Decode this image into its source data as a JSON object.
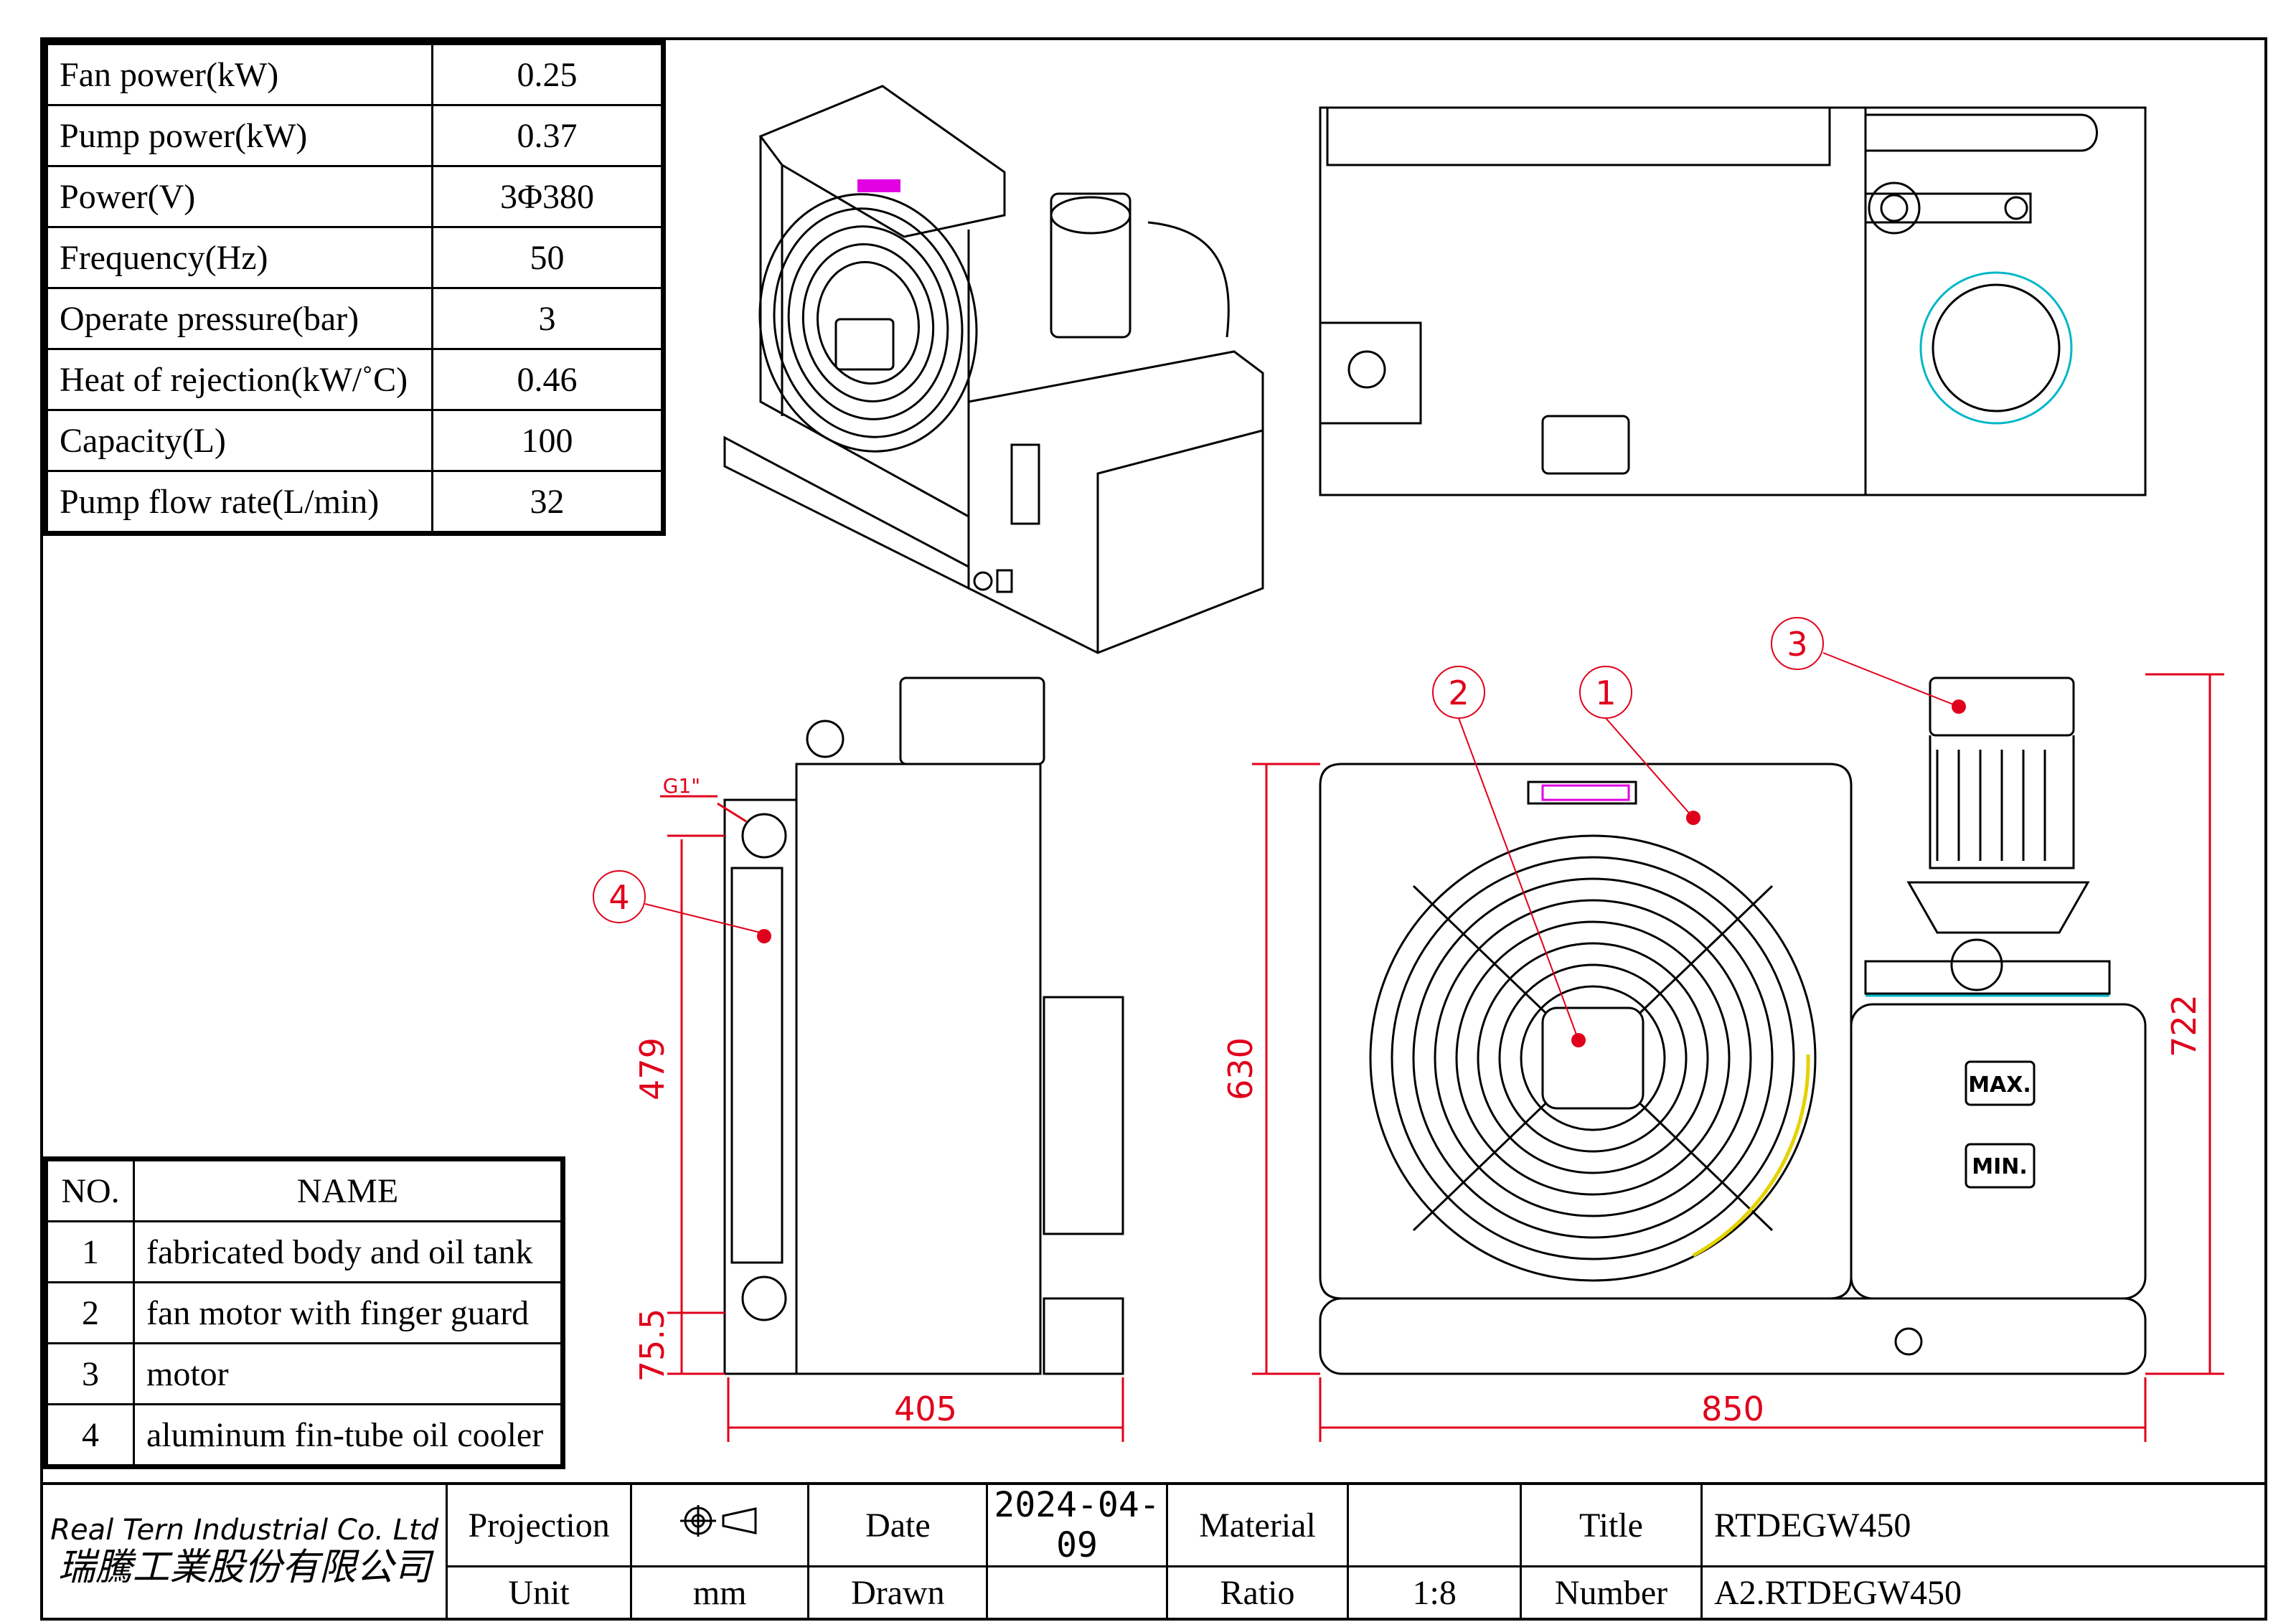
{
  "spec_table": {
    "rows": [
      {
        "label": "Fan power(kW)",
        "value": "0.25"
      },
      {
        "label": "Pump power(kW)",
        "value": "0.37"
      },
      {
        "label": "Power(V)",
        "value": "3Φ380"
      },
      {
        "label": "Frequency(Hz)",
        "value": "50"
      },
      {
        "label": "Operate pressure(bar)",
        "value": "3"
      },
      {
        "label": "Heat of rejection(kW/˚C)",
        "value": "0.46"
      },
      {
        "label": "Capacity(L)",
        "value": "100"
      },
      {
        "label": "Pump flow rate(L/min)",
        "value": "32"
      }
    ]
  },
  "parts_table": {
    "header_no": "NO.",
    "header_name": "NAME",
    "rows": [
      {
        "no": "1",
        "name": "fabricated body and oil tank"
      },
      {
        "no": "2",
        "name": "fan motor with finger guard"
      },
      {
        "no": "3",
        "name": "motor"
      },
      {
        "no": "4",
        "name": "aluminum fin-tube oil cooler"
      }
    ]
  },
  "title_block": {
    "company_en": "Real Tern Industrial Co. Ltd",
    "company_zh": "瑞騰工業股份有限公司",
    "projection_label": "Projection",
    "date_label": "Date",
    "date_value": "2024-04-09",
    "material_label": "Material",
    "material_value": "",
    "title_label": "Title",
    "title_value": "RTDEGW450",
    "unit_label": "Unit",
    "unit_value": "mm",
    "drawn_label": "Drawn",
    "drawn_value": "",
    "ratio_label": "Ratio",
    "ratio_value": "1:8",
    "number_label": "Number",
    "number_value": "A2.RTDEGW450"
  },
  "dimensions": {
    "side_width": "405",
    "front_width": "850",
    "side_height_cooler": "479",
    "side_height_base": "75.5",
    "front_height_body": "630",
    "front_height_total": "722",
    "port_thread": "G1\""
  },
  "balloons": [
    "1",
    "2",
    "3",
    "4"
  ],
  "gauge_labels": {
    "max": "MAX.",
    "min": "MIN."
  },
  "colors": {
    "dimension": "#e0001b",
    "accent_cyan": "#00b7c8",
    "accent_magenta": "#e000e0",
    "accent_yellow": "#e6d200"
  }
}
